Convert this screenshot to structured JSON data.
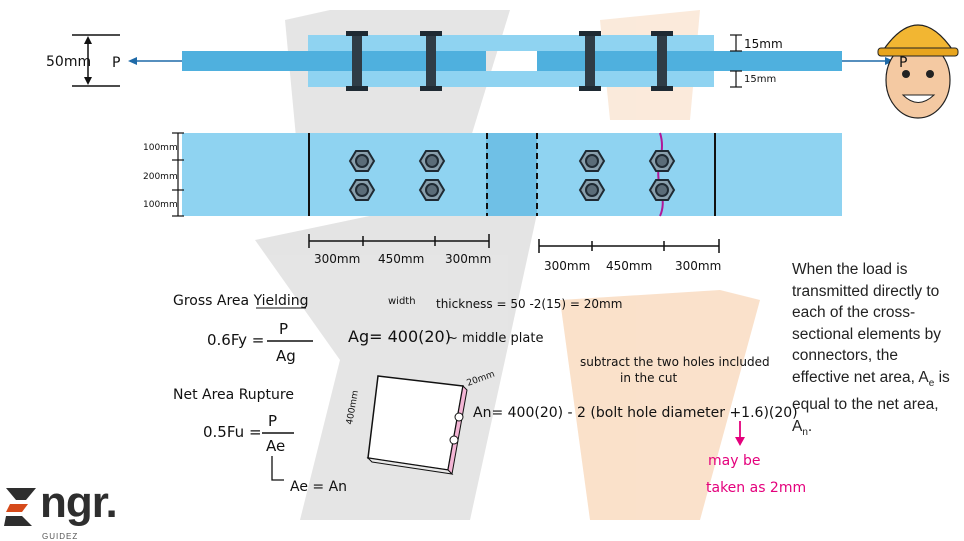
{
  "elevation": {
    "dim_total": "50mm",
    "dim_top": "15mm",
    "dim_bottom": "15mm",
    "load_left": "P",
    "load_right": "P"
  },
  "plan": {
    "dim_edge_top": "100mm",
    "dim_middle": "200mm",
    "dim_edge_bottom": "100mm",
    "left_spacing": [
      "300mm",
      "450mm",
      "300mm"
    ],
    "right_spacing": [
      "300mm",
      "450mm",
      "300mm"
    ]
  },
  "formulas": {
    "gross_title": "Gross Area Yielding",
    "gross_lhs": "0.6Fy =",
    "gross_num": "P",
    "gross_den": "Ag",
    "ag_label_width": "width",
    "ag_label_thickness": "thickness = 50 -2(15) = 20mm",
    "ag_eq": "Ag= 400(20)",
    "ag_note": "~ middle plate",
    "net_title": "Net Area Rupture",
    "net_lhs": "0.5Fu =",
    "net_num": "P",
    "net_den": "Ae",
    "ae_eq": "Ae = An",
    "an_eq": "An= 400(20) - 2 (bolt hole diameter +1.6)(20)",
    "subtract_note_1": "subtract the two holes included",
    "subtract_note_2": "in the cut",
    "sketch_dim_1": "400mm",
    "sketch_dim_2": "20mm",
    "pink_note_1": "may be",
    "pink_note_2": "taken as 2mm"
  },
  "note": {
    "text": "When the load is transmitted directly to each of the cross-sectional elements by connectors, the effective net area, A",
    "sub_e": "e",
    "text2": " is equal to the net area, A",
    "sub_n": "n",
    "text3": "."
  },
  "logo": {
    "text": "ngr.",
    "sub": "GUIDEZ"
  },
  "colors": {
    "plate": "#8fd3f1",
    "plate_dark": "#4fb0de",
    "bolt": "#2f3c46",
    "pink": "#e4007c",
    "watermark_gray": "#d8d8d8",
    "watermark_orange": "#f7d6b8"
  }
}
